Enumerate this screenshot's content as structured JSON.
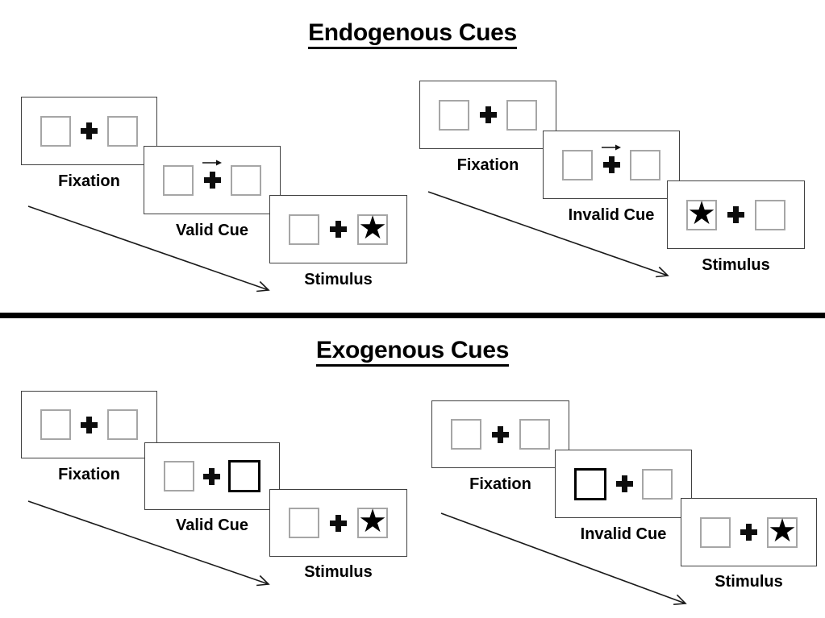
{
  "sections": [
    {
      "title": "Endogenous Cues",
      "trials": [
        {
          "name": "valid-cue-trial",
          "panels": [
            {
              "label": "Fixation",
              "left_box": "empty",
              "center": "fixation-cross",
              "right_box": "empty"
            },
            {
              "label": "Valid Cue",
              "left_box": "empty",
              "center": "fixation-cross-with-right-arrow",
              "right_box": "empty"
            },
            {
              "label": "Stimulus",
              "left_box": "empty",
              "center": "fixation-cross",
              "right_box": "star"
            }
          ]
        },
        {
          "name": "invalid-cue-trial",
          "panels": [
            {
              "label": "Fixation",
              "left_box": "empty",
              "center": "fixation-cross",
              "right_box": "empty"
            },
            {
              "label": "Invalid Cue",
              "left_box": "empty",
              "center": "fixation-cross-with-right-arrow",
              "right_box": "empty"
            },
            {
              "label": "Stimulus",
              "left_box": "star",
              "center": "fixation-cross",
              "right_box": "empty"
            }
          ]
        }
      ]
    },
    {
      "title": "Exogenous Cues",
      "trials": [
        {
          "name": "valid-cue-trial",
          "panels": [
            {
              "label": "Fixation",
              "left_box": "empty",
              "center": "fixation-cross",
              "right_box": "empty"
            },
            {
              "label": "Valid Cue",
              "left_box": "empty",
              "center": "fixation-cross",
              "right_box": "highlighted"
            },
            {
              "label": "Stimulus",
              "left_box": "empty",
              "center": "fixation-cross",
              "right_box": "star"
            }
          ]
        },
        {
          "name": "invalid-cue-trial",
          "panels": [
            {
              "label": "Fixation",
              "left_box": "empty",
              "center": "fixation-cross",
              "right_box": "empty"
            },
            {
              "label": "Invalid Cue",
              "left_box": "highlighted",
              "center": "fixation-cross",
              "right_box": "empty"
            },
            {
              "label": "Stimulus",
              "left_box": "empty",
              "center": "fixation-cross",
              "right_box": "star"
            }
          ]
        }
      ]
    }
  ],
  "symbols": {
    "star": "★"
  },
  "colors": {
    "background": "#ffffff",
    "panel_border": "#404040",
    "box_border": "#a6a6a6",
    "highlight_border": "#000000",
    "divider": "#000000",
    "text": "#000000"
  }
}
